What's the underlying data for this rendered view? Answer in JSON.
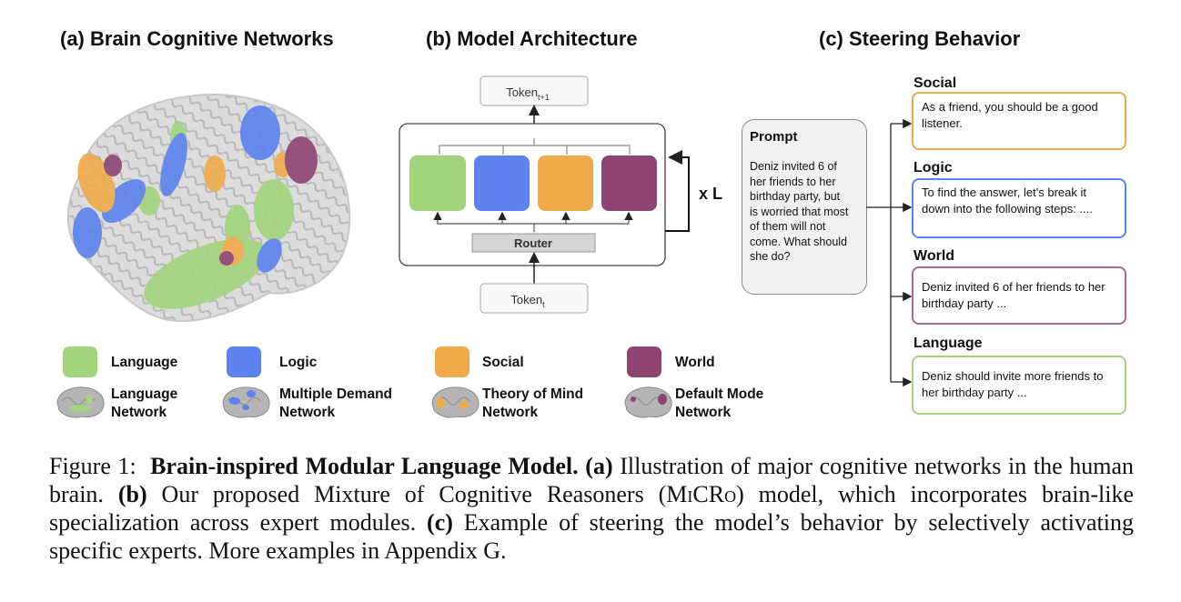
{
  "panels": {
    "a_title": "(a) Brain Cognitive Networks",
    "b_title": "(b) Model Architecture",
    "c_title": "(c) Steering Behavior"
  },
  "architecture": {
    "token_out_base": "Token",
    "token_out_sub": "t+1",
    "token_in_base": "Token",
    "token_in_sub": "t",
    "router_label": "Router",
    "repeat_label": "x L",
    "expert_colors": [
      "#a3d47d",
      "#5b82ee",
      "#efab49",
      "#8e4472"
    ]
  },
  "steering": {
    "prompt_title": "Prompt",
    "prompt_lines": [
      "Deniz invited 6 of",
      "her friends to her",
      "birthday party, but",
      "is worried that most",
      "of them will not",
      "come. What should",
      "she do?"
    ],
    "outputs": [
      {
        "title": "Social",
        "color": "#e9ac4c",
        "text": "As a friend, you should be a good listener."
      },
      {
        "title": "Logic",
        "color": "#5b82ee",
        "text": "To find the answer, let's break it down into the following steps: ...."
      },
      {
        "title": "World",
        "color": "#a66a9a",
        "text": "Deniz invited 6 of her friends to her birthday party ..."
      },
      {
        "title": "Language",
        "color": "#a3d47d",
        "text": "Deniz should invite more friends to her birthday party ..."
      }
    ]
  },
  "legend": [
    {
      "label": "Language",
      "color": "#a3d47d",
      "network_line1": "Language",
      "network_line2": "Network"
    },
    {
      "label": "Logic",
      "color": "#5b82ee",
      "network_line1": "Multiple Demand",
      "network_line2": "Network"
    },
    {
      "label": "Social",
      "color": "#efab49",
      "network_line1": "Theory of Mind",
      "network_line2": "Network"
    },
    {
      "label": "World",
      "color": "#8e4472",
      "network_line1": "Default Mode",
      "network_line2": "Network"
    }
  ],
  "caption": {
    "fig_label": "Figure 1:",
    "title": "Brain-inspired Modular Language Model.",
    "a_label": "(a)",
    "a_text": "Illustration of major cognitive networks in the human brain.",
    "b_label": "(b)",
    "b_text_1": "Our proposed Mixture of Cognitive Reasoners (",
    "micro_m": "M",
    "micro_i": "i",
    "micro_cr": "CR",
    "micro_o": "o",
    "b_text_2": ") model, which incorporates brain-like specialization across expert modules.",
    "c_label": "(c)",
    "c_text": "Example of steering the model’s behavior by selectively activating specific experts. More examples in Appendix G."
  }
}
